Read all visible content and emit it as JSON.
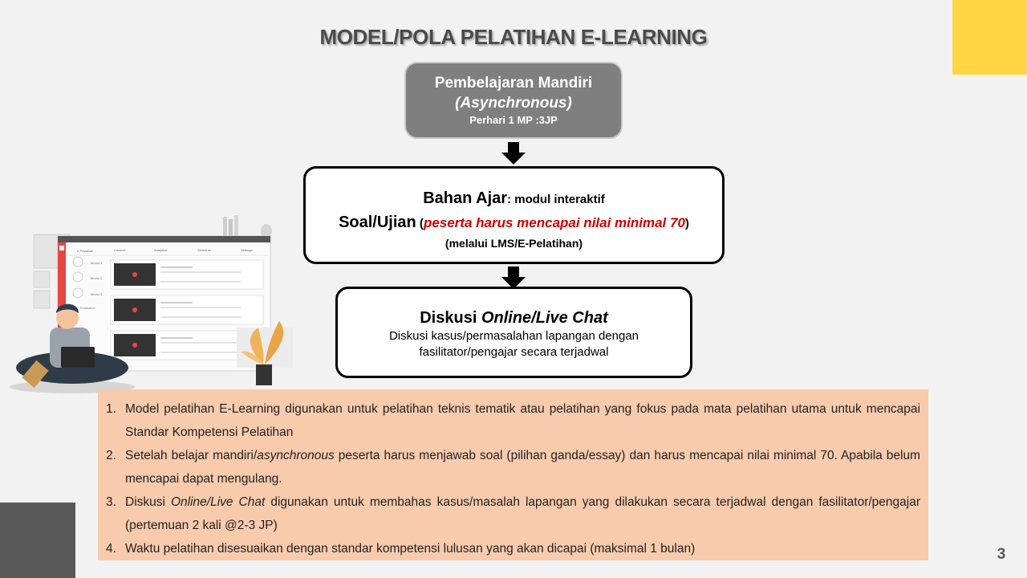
{
  "title": "MODEL/POLA PELATIHAN E-LEARNING",
  "page_number": "3",
  "flow": {
    "mandiri": {
      "line1": "Pembelajaran Mandiri",
      "line2": "(Asynchronous)",
      "line3": "Perhari 1 MP :3JP"
    },
    "bahan": {
      "label1": "Bahan Ajar",
      "text1": ": modul interaktif",
      "label2": "Soal/Ujian",
      "paren_open": " (",
      "highlight": "peserta harus  mencapai nilai minimal 70",
      "paren_close": ")",
      "line3": "(melalui LMS/E-Pelatihan)"
    },
    "diskusi": {
      "title_plain": "Diskusi ",
      "title_italic": "Online/Live Chat",
      "desc1": "Diskusi kasus/permasalahan lapangan dengan",
      "desc2": "fasilitator/pengajar secara terjadwal"
    }
  },
  "notes": [
    {
      "num": "1.",
      "text": "Model pelatihan E-Learning digunakan untuk pelatihan teknis tematik atau pelatihan yang fokus pada mata pelatihan utama untuk mencapai Standar Kompetensi Pelatihan"
    },
    {
      "num": "2.",
      "pre": "Setelah belajar mandiri/",
      "italic": "asynchronous",
      "post": " peserta harus menjawab soal (pilihan ganda/essay) dan harus mencapai nilai minimal 70. Apabila belum mencapai dapat mengulang."
    },
    {
      "num": "3.",
      "pre": "Diskusi ",
      "italic": "Online/Live Chat",
      "post": " digunakan untuk membahas kasus/masalah lapangan yang dilakukan secara terjadwal dengan fasilitator/pengajar (pertemuan 2 kali @2-3 JP)"
    },
    {
      "num": "4.",
      "text": "Waktu pelatihan disesuaikan dengan standar kompetensi lulusan yang akan dicapai (maksimal 1 bulan)"
    }
  ],
  "illustration": {
    "app_name": "e-Pelatihan",
    "tabs": [
      "Content",
      "Analytics",
      "Schedule",
      "Settings"
    ],
    "sidebar": [
      "Modul 1",
      "Modul 2",
      "Modul 3",
      "Evaluation"
    ]
  },
  "colors": {
    "background": "#f2f2f2",
    "accent_yellow": "#ffd544",
    "corner_gray": "#595959",
    "box_gray": "#7f7f7f",
    "notes_bg": "#f8cbad",
    "highlight_red": "#d00000",
    "lms_red": "#e84545"
  }
}
